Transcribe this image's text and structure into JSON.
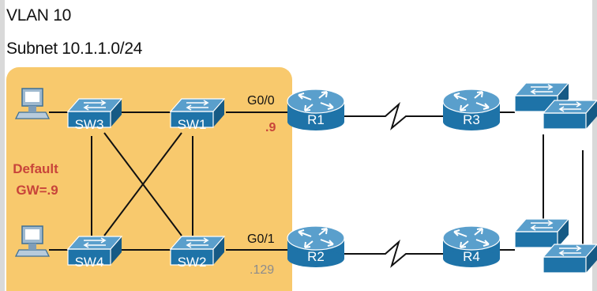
{
  "header": {
    "vlan": "VLAN 10",
    "subnet": "Subnet 10.1.1.0/24"
  },
  "colors": {
    "zone": "#f8c96d",
    "device": "#1e73a8",
    "device_top": "#5a9fcc",
    "accent_red": "#c8443a",
    "label_gray": "#8c8c8c"
  },
  "gateway_note": [
    "Default",
    "GW=.9"
  ],
  "switches": [
    "SW3",
    "SW1",
    "SW4",
    "SW2"
  ],
  "routers": [
    "R1",
    "R2",
    "R3",
    "R4"
  ],
  "interfaces": {
    "r1_port": "G0/0",
    "r1_ip": ".9",
    "r2_port": "G0/1",
    "r2_ip": ".129"
  }
}
